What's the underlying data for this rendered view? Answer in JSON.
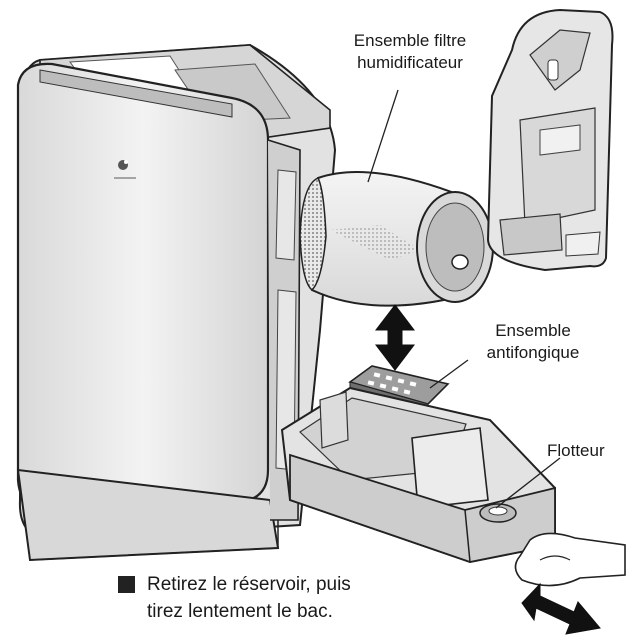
{
  "labels": {
    "filter_line1": "Ensemble filtre",
    "filter_line2": "humidificateur",
    "antifungal_line1": "Ensemble",
    "antifungal_line2": "antifongique",
    "float": "Flotteur"
  },
  "instruction": {
    "line1": "Retirez le réservoir, puis",
    "line2": "tirez lentement le bac."
  },
  "colors": {
    "line_art": "#222222",
    "unit_body": "#e4e4e4",
    "front_panel": "#ececec",
    "shading": "#bfbfbf",
    "background": "#ffffff"
  }
}
